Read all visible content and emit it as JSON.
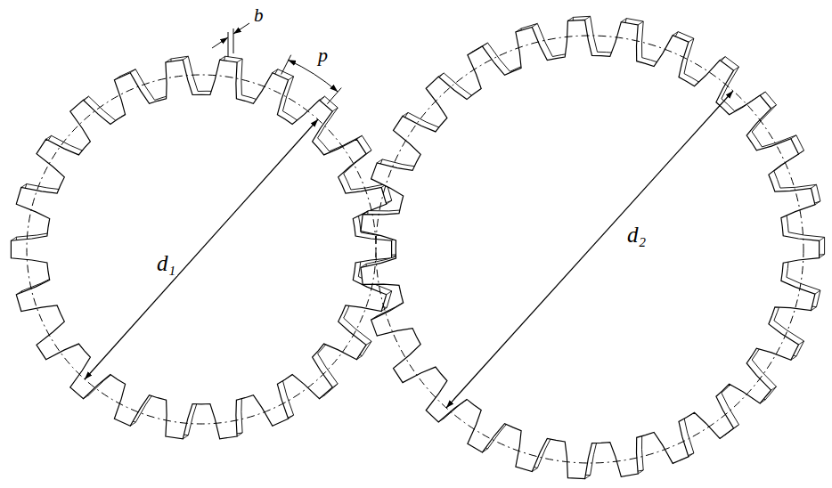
{
  "diagram": {
    "labels": [
      "b",
      "p",
      "d₁",
      "d₂"
    ]
  }
}
